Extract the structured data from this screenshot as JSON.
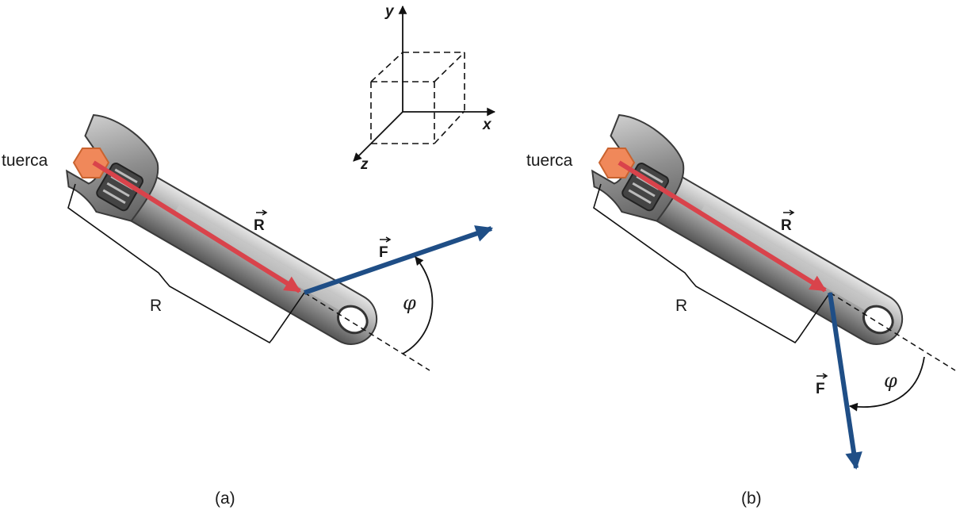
{
  "axes": {
    "x": "x",
    "y": "y",
    "z": "z"
  },
  "panels": [
    {
      "caption": "(a)",
      "nut_label": "tuerca",
      "r_vector_label": "R",
      "f_vector_label": "F",
      "distance_label": "R",
      "angle_label": "φ"
    },
    {
      "caption": "(b)",
      "nut_label": "tuerca",
      "r_vector_label": "R",
      "f_vector_label": "F",
      "distance_label": "R",
      "angle_label": "φ"
    }
  ],
  "colors": {
    "r_vector": "#d9434b",
    "f_vector": "#1f4e86",
    "nut": "#f0885a",
    "wrench_steel": "#9a9a9a",
    "line": "#111111"
  }
}
